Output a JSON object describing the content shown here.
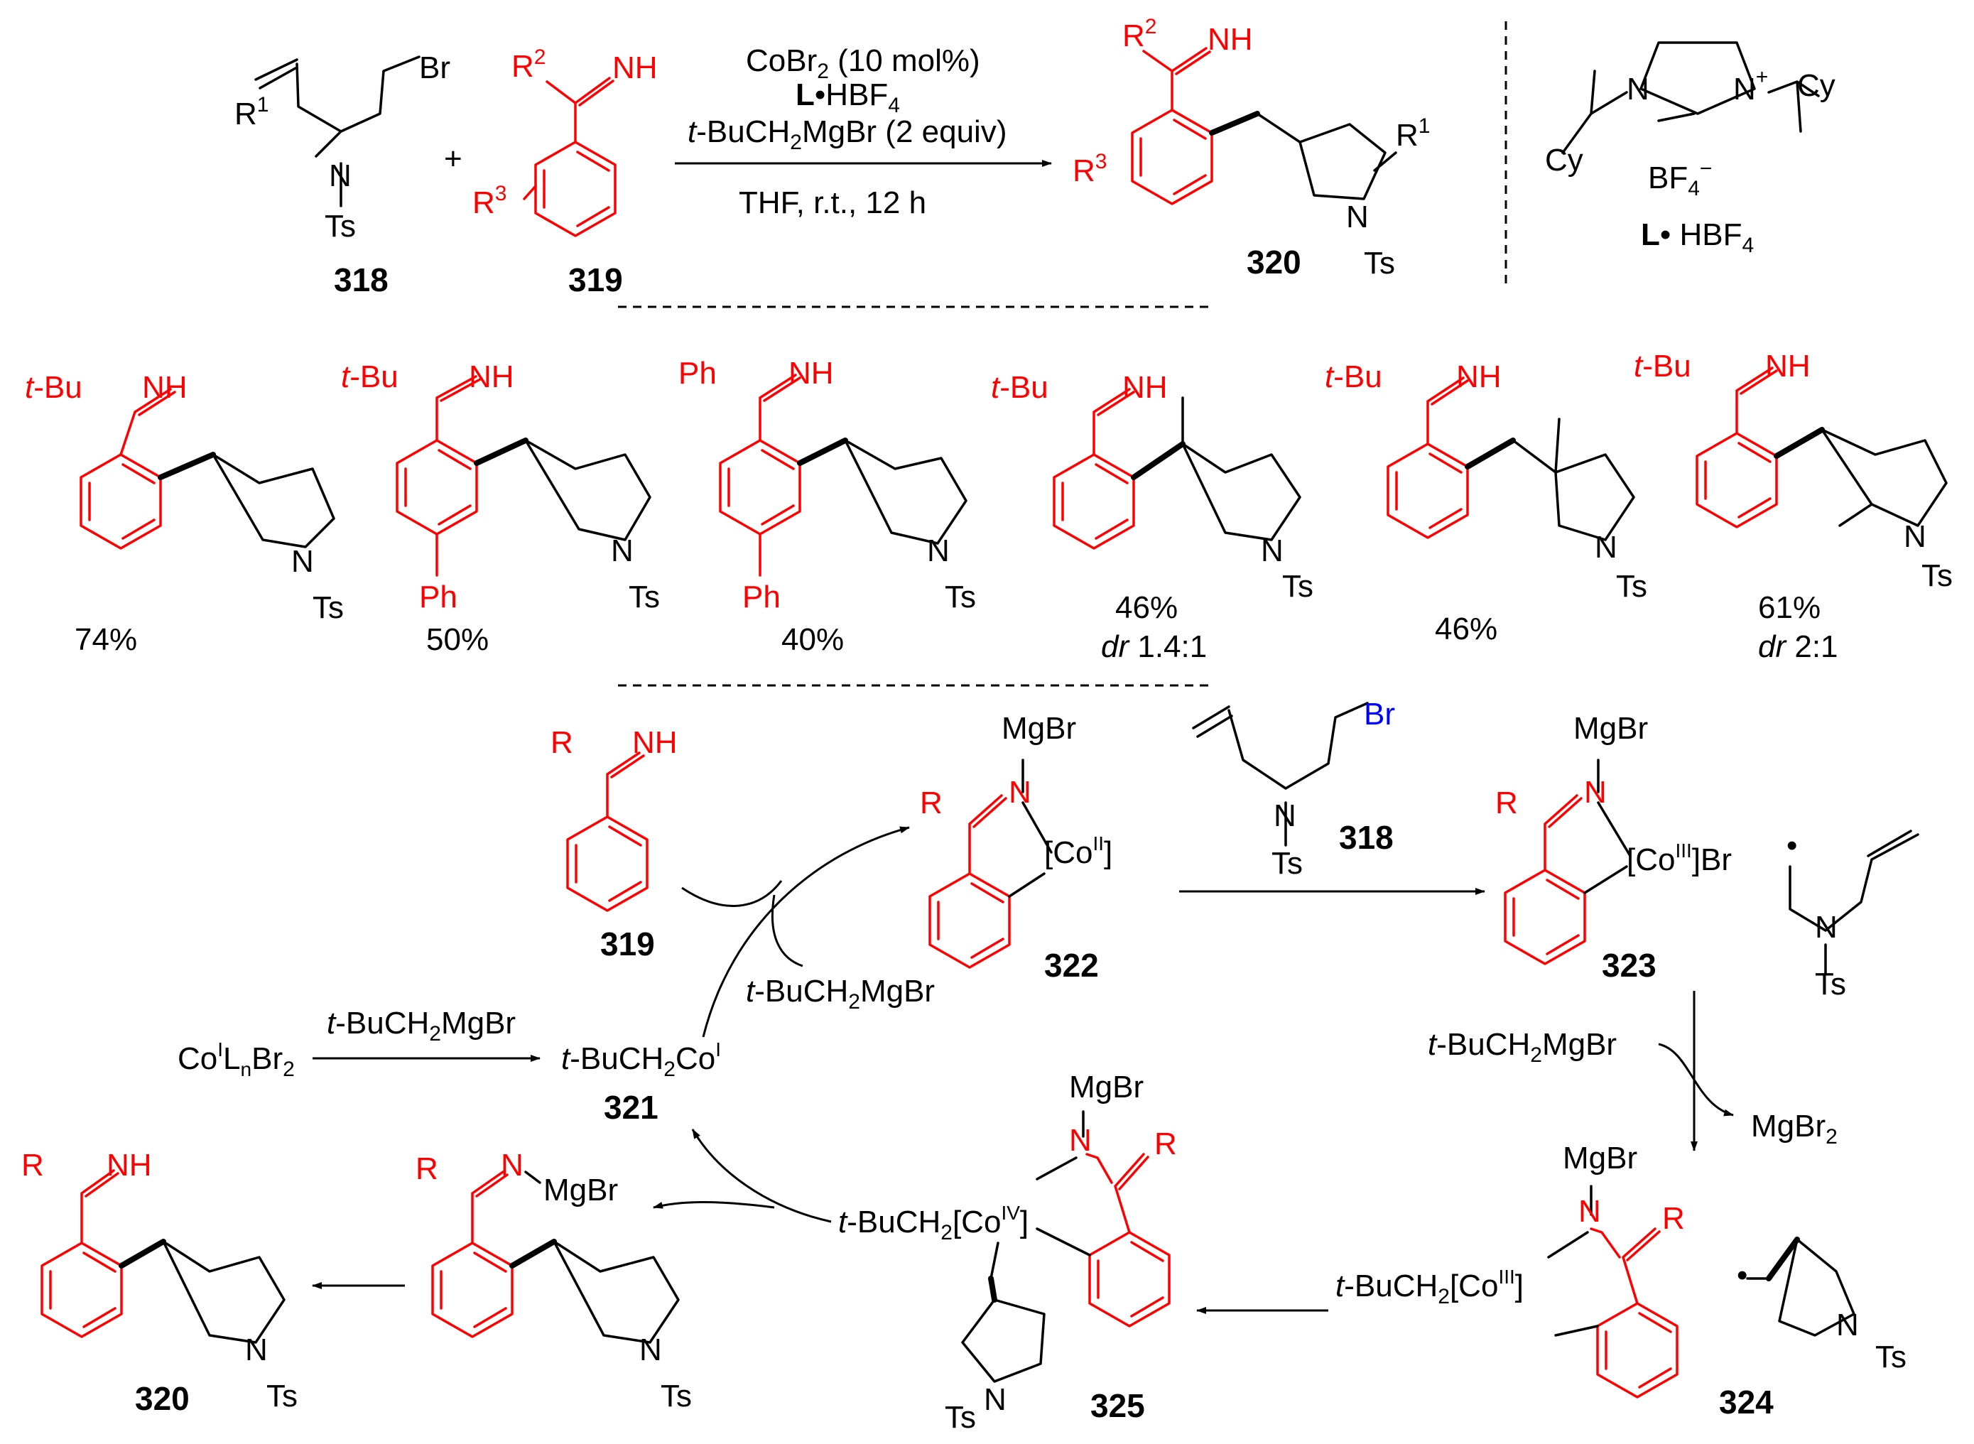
{
  "reaction": {
    "reagent_1": "CoBr",
    "reagent_1_sub": "2",
    "reagent_1_rest": " (10 mol%)",
    "ligand_bold": "L",
    "ligand_rest": "•HBF",
    "ligand_sub": "4",
    "grignard_italic": "t",
    "grignard_a": "-BuCH",
    "grignard_sub": "2",
    "grignard_b": "MgBr (2 equiv)",
    "conditions": "THF, r.t., 12 h",
    "plus": "+"
  },
  "compounds": {
    "c318": "318",
    "c319": "319",
    "c320": "320",
    "c321": "321",
    "c322": "322",
    "c323": "323",
    "c324": "324",
    "c325": "325"
  },
  "atoms": {
    "br": "Br",
    "n": "N",
    "ts": "Ts",
    "nh": "NH",
    "r": "R",
    "r1": "R",
    "r1_sup": "1",
    "r2": "R",
    "r2_sup": "2",
    "r3": "R",
    "r3_sup": "3",
    "ph": "Ph",
    "tbu_italic": "t",
    "tbu_rest": "-Bu",
    "mgbr": "MgBr",
    "cy": "Cy",
    "bf4": "BF",
    "bf4_sub": "4",
    "bf4_sup": "−",
    "n_plus": "+",
    "lhbf4_l": "L",
    "lhbf4_rest": "• HBF",
    "lhbf4_sub": "4"
  },
  "scope": {
    "yields": [
      "74%",
      "50%",
      "40%",
      "46%",
      "46%",
      "61%"
    ],
    "dr_italic": "dr",
    "dr_values": [
      "1.4:1",
      "2:1"
    ]
  },
  "mechanism": {
    "co_start": "Co",
    "co_start_sup": "I",
    "co_start_L": "L",
    "co_start_n": "n",
    "co_start_br": "Br",
    "co_start_br_sub": "2",
    "grignard_label": "-BuCH",
    "grignard_label_b": "MgBr",
    "co_321": "-BuCH",
    "co_321_b": "Co",
    "co_321_sup": "I",
    "co_322": "[Co",
    "co_322_sup": "II",
    "co_322_end": "]",
    "co_323": "[Co",
    "co_323_sup": "III",
    "co_323_end": "]Br",
    "mgbr2": "MgBr",
    "mgbr2_sub": "2",
    "co_324": "-BuCH",
    "co_324_b": "[Co",
    "co_324_sup": "III",
    "co_324_end": "]",
    "co_325": "-BuCH",
    "co_325_b": "[Co",
    "co_325_sup": "IV",
    "co_325_end": "]",
    "radical_dot": "•",
    "n_mgbr": "N",
    "n_mgbr_b": "MgBr"
  },
  "colors": {
    "substrate": "#ff0000",
    "bromine_mech": "#0000ff",
    "default": "#000000"
  }
}
